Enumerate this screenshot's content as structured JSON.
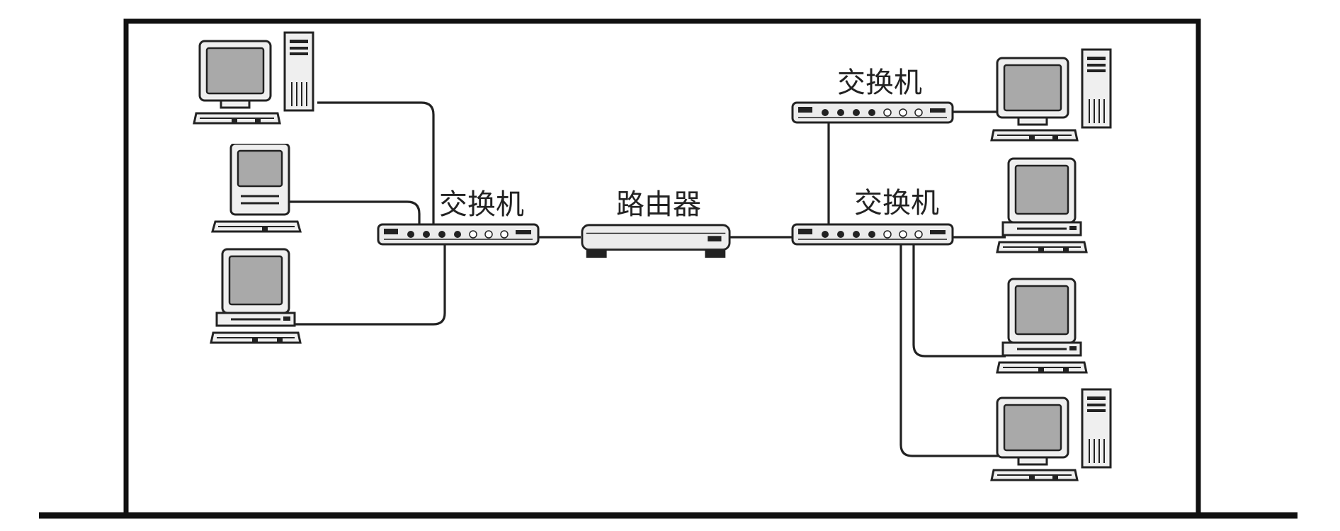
{
  "diagram": {
    "type": "network-topology",
    "labels": {
      "switch_left": "交换机",
      "router": "路由器",
      "switch_right_top": "交换机",
      "switch_right_bottom": "交换机"
    },
    "nodes": [
      {
        "id": "pc-left-1",
        "kind": "tower-computer"
      },
      {
        "id": "pc-left-2",
        "kind": "compact-computer"
      },
      {
        "id": "pc-left-3",
        "kind": "desktop-computer"
      },
      {
        "id": "switch-left",
        "kind": "switch",
        "label_key": "switch_left"
      },
      {
        "id": "router",
        "kind": "router",
        "label_key": "router"
      },
      {
        "id": "switch-right-top",
        "kind": "switch",
        "label_key": "switch_right_top"
      },
      {
        "id": "switch-right-bottom",
        "kind": "switch",
        "label_key": "switch_right_bottom"
      },
      {
        "id": "pc-right-1",
        "kind": "tower-computer"
      },
      {
        "id": "pc-right-2",
        "kind": "desktop-computer"
      },
      {
        "id": "pc-right-3",
        "kind": "desktop-computer"
      },
      {
        "id": "pc-right-4",
        "kind": "tower-computer"
      }
    ],
    "links": [
      [
        "pc-left-1",
        "switch-left"
      ],
      [
        "pc-left-2",
        "switch-left"
      ],
      [
        "pc-left-3",
        "switch-left"
      ],
      [
        "switch-left",
        "router"
      ],
      [
        "router",
        "switch-right-bottom"
      ],
      [
        "switch-right-top",
        "switch-right-bottom"
      ],
      [
        "switch-right-top",
        "pc-right-1"
      ],
      [
        "switch-right-bottom",
        "pc-right-2"
      ],
      [
        "switch-right-bottom",
        "pc-right-3"
      ],
      [
        "switch-right-bottom",
        "pc-right-4"
      ]
    ],
    "colors": {
      "line": "#222222",
      "device_body": "#ececec",
      "screen": "#a9a9a9",
      "port": "#222222"
    }
  }
}
